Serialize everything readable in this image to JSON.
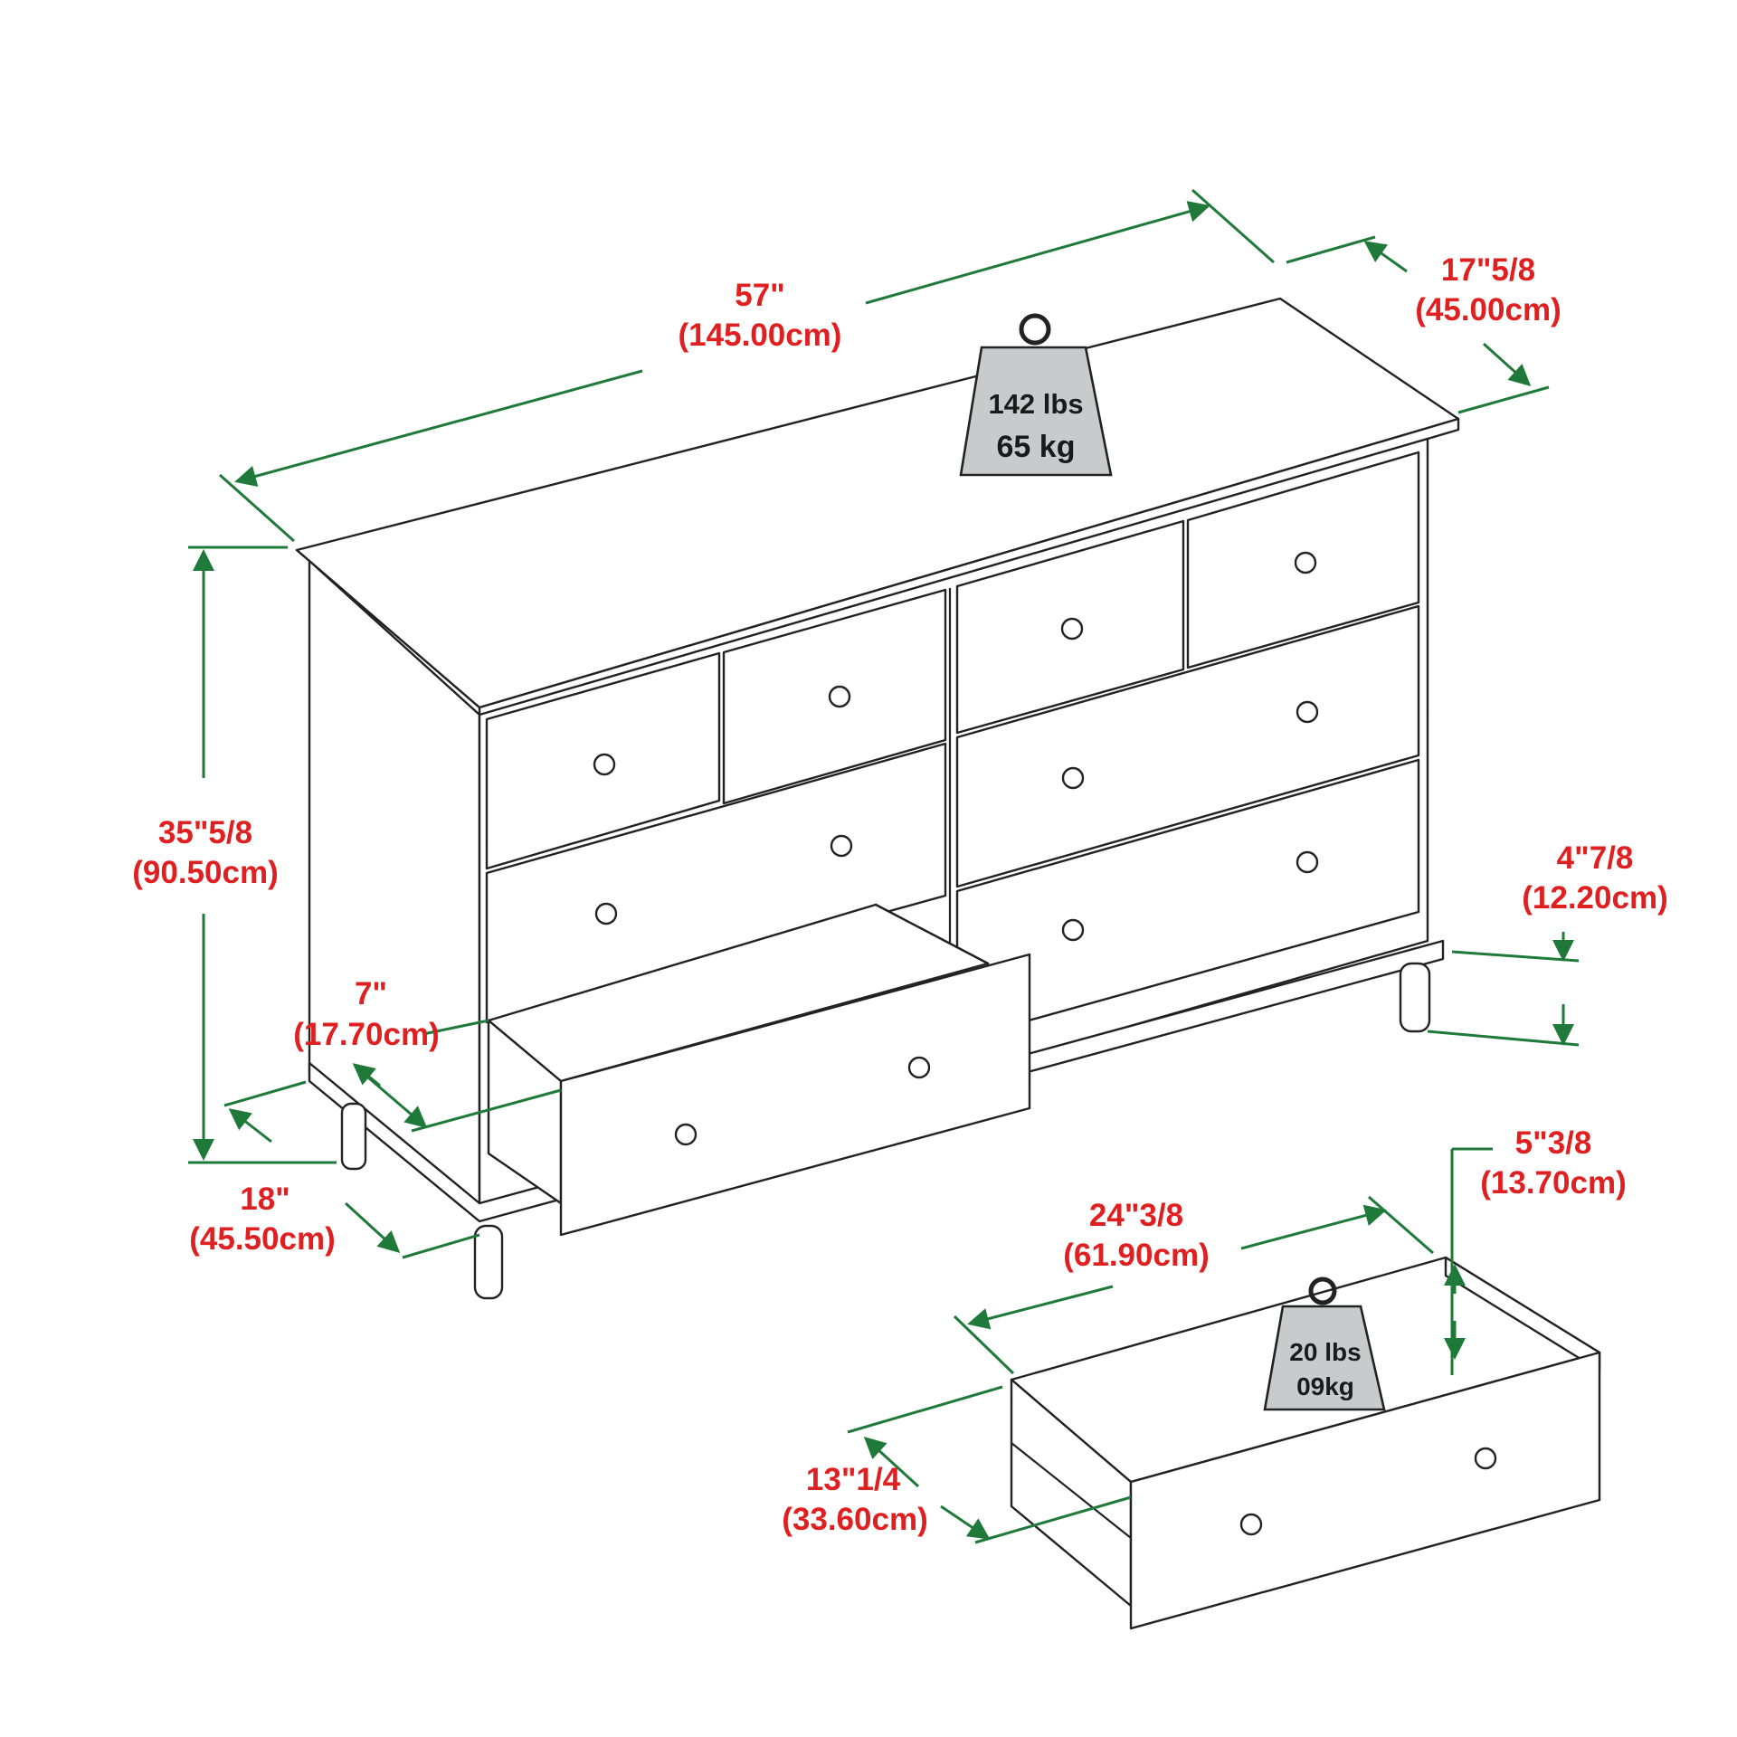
{
  "dresser": {
    "width": {
      "in": "57\"",
      "cm": "(145.00cm)"
    },
    "depth": {
      "in": "17\"5/8",
      "cm": "(45.00cm)"
    },
    "height": {
      "in": "35\"5/8",
      "cm": "(90.50cm)"
    },
    "leg_height": {
      "in": "4\"7/8",
      "cm": "(12.20cm)"
    },
    "base_depth": {
      "in": "18\"",
      "cm": "(45.50cm)"
    },
    "drawer_height": {
      "in": "7\"",
      "cm": "(17.70cm)"
    },
    "weight": {
      "lbs": "142 lbs",
      "kg": "65 kg"
    }
  },
  "drawer": {
    "width": {
      "in": "24\"3/8",
      "cm": "(61.90cm)"
    },
    "depth": {
      "in": "13\"1/4",
      "cm": "(33.60cm)"
    },
    "height": {
      "in": "5\"3/8",
      "cm": "(13.70cm)"
    },
    "weight": {
      "lbs": "20 lbs",
      "kg": "09kg"
    }
  },
  "colors": {
    "dimension_text": "#e02020",
    "dimension_line": "#1f7a3a",
    "weight_fill": "#c8cacc",
    "outline": "#222222"
  },
  "icons": [
    "weight-icon",
    "weight-icon"
  ]
}
